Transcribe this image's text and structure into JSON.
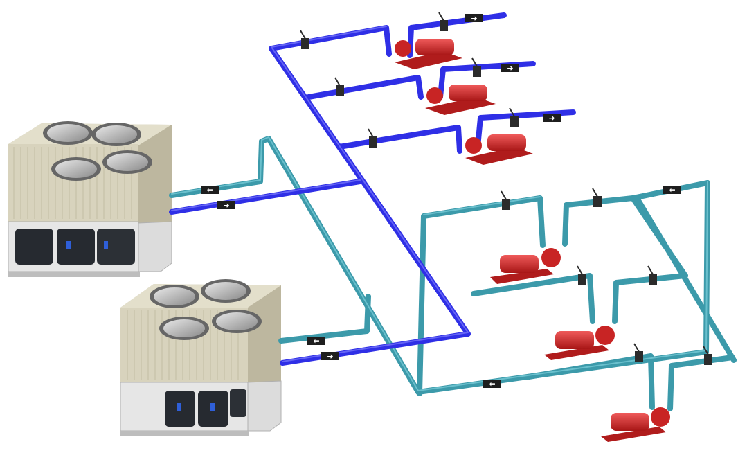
{
  "diagram": {
    "colors": {
      "chilled_water_pipe": "#2f2fe6",
      "condenser_water_pipe": "#3c9aaa",
      "pump_body": "#d42a2a",
      "chiller_casing": "#ddd8c2",
      "chiller_base": "#d4d4d4",
      "valve": "#2b2b2b"
    },
    "equipment": {
      "chillers": [
        {
          "id": "chiller-1",
          "fans": 4
        },
        {
          "id": "chiller-2",
          "fans": 4
        }
      ],
      "pumps": [
        {
          "id": "chw-pump-1",
          "loop": "chilled-water"
        },
        {
          "id": "chw-pump-2",
          "loop": "chilled-water"
        },
        {
          "id": "chw-pump-3",
          "loop": "chilled-water"
        },
        {
          "id": "cw-pump-1",
          "loop": "condenser-water"
        },
        {
          "id": "cw-pump-2",
          "loop": "condenser-water"
        },
        {
          "id": "cw-pump-3",
          "loop": "condenser-water"
        }
      ]
    },
    "flow_arrows": [
      "right",
      "right",
      "right",
      "left",
      "right",
      "left",
      "right",
      "left",
      "left"
    ]
  }
}
